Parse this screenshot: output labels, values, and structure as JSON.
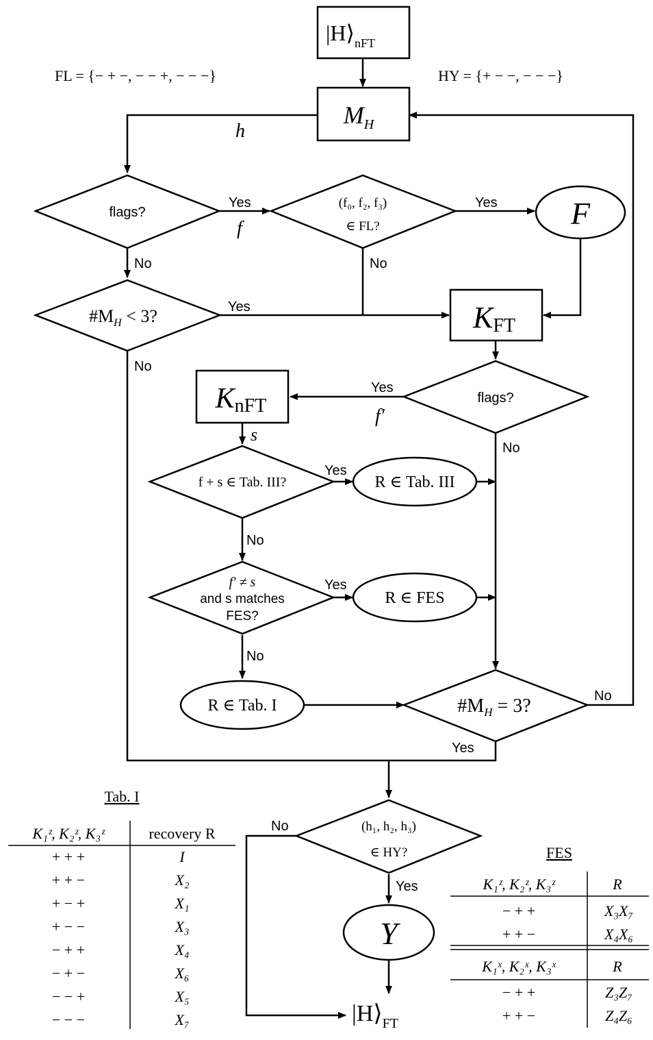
{
  "diagram": {
    "sets": {
      "fl": "FL = {− + −, − − +, − − −}",
      "hy": "HY = {+ − −, − − −}"
    },
    "nodes": {
      "start": "|H⟩",
      "start_sub": "nFT",
      "mh": "M",
      "mh_sub": "H",
      "flags1": "flags?",
      "fl_check_1": "(f₀, f₂, f₃)",
      "fl_check_2": "∈ FL?",
      "f_node": "F",
      "count_lt": "#M",
      "count_lt_sub": "H",
      "count_lt_tail": " < 3?",
      "kft": "K",
      "kft_sub": "FT",
      "flags2": "flags?",
      "knft": "K",
      "knft_sub": "nFT",
      "tab3_check": "f + s ∈ Tab. III?",
      "r_tab3": "R ∈ Tab. III",
      "fes_check_1": "f′ ≠ s",
      "fes_check_2": "and s matches",
      "fes_check_3": "FES?",
      "r_fes": "R ∈ FES",
      "r_tab1": "R ∈ Tab. I",
      "count_eq": "#M",
      "count_eq_sub": "H",
      "count_eq_tail": " = 3?",
      "hy_check_1": "(h₁, h₂, h₃)",
      "hy_check_2": "∈ HY?",
      "y_node": "Y",
      "end": "|H⟩",
      "end_sub": "FT"
    },
    "edges": {
      "h": "h",
      "f": "f",
      "f_prime": "f′",
      "s": "s",
      "yes": "Yes",
      "no": "No"
    }
  },
  "tab1": {
    "title": "Tab. I",
    "header": [
      "K₁ᶻ, K₂ᶻ, K₃ᶻ",
      "recovery  R"
    ],
    "rows": [
      [
        "+ + +",
        "I"
      ],
      [
        "+ + −",
        "X₂"
      ],
      [
        "+ − +",
        "X₁"
      ],
      [
        "+ − −",
        "X₃"
      ],
      [
        "− + +",
        "X₄"
      ],
      [
        "− + −",
        "X₆"
      ],
      [
        "− − +",
        "X₅"
      ],
      [
        "− − −",
        "X₇"
      ]
    ]
  },
  "fes": {
    "title": "FES",
    "header_z": [
      "K₁ᶻ, K₂ᶻ, K₃ᶻ",
      "R"
    ],
    "rows_z": [
      [
        "− + +",
        "X₃X₇"
      ],
      [
        "+ + −",
        "X₄X₆"
      ]
    ],
    "header_x": [
      "K₁ˣ, K₂ˣ, K₃ˣ",
      "R"
    ],
    "rows_x": [
      [
        "− + +",
        "Z₃Z₇"
      ],
      [
        "+ + −",
        "Z₄Z₆"
      ]
    ]
  }
}
